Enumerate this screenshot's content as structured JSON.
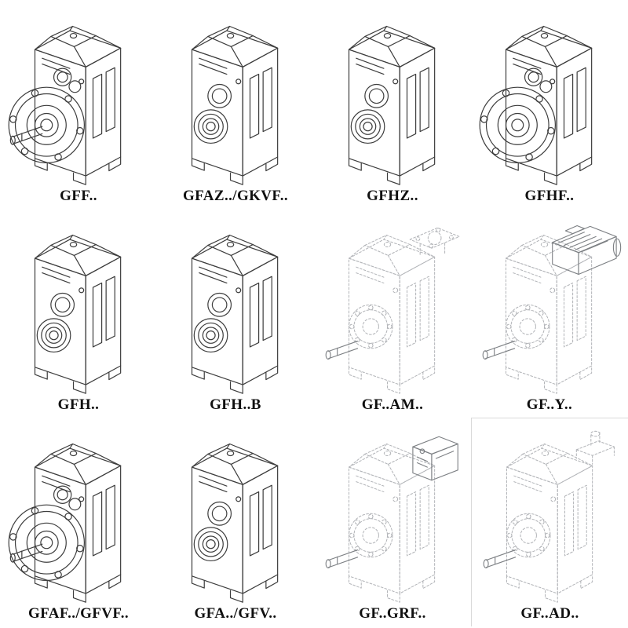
{
  "theme": {
    "background": "#ffffff",
    "ink": "#3d3d3d",
    "ghost": "#b2b4b8",
    "ink_light": "#7d8084",
    "label_color": "#101010"
  },
  "grid": {
    "items": [
      {
        "label": "GFF..",
        "variant": "flange-with-output-shaft",
        "style": "solid"
      },
      {
        "label": "GFAZ../GKVF..",
        "variant": "shaft-mounted-bores",
        "style": "solid"
      },
      {
        "label": "GFHZ..",
        "variant": "shaft-mounted-bores",
        "style": "solid"
      },
      {
        "label": "GFHF..",
        "variant": "flange-hollow-bore",
        "style": "solid"
      },
      {
        "label": "GFH..",
        "variant": "shaft-mounted-bores",
        "style": "solid"
      },
      {
        "label": "GFH..B",
        "variant": "shaft-mounted-bores",
        "style": "solid"
      },
      {
        "label": "GF..AM..",
        "variant": "motor-adapter-flange",
        "style": "ghost"
      },
      {
        "label": "GF..Y..",
        "variant": "with-motor",
        "style": "ghost"
      },
      {
        "label": "GFAF../GFVF..",
        "variant": "flange-with-output-shaft",
        "style": "solid"
      },
      {
        "label": "GFA../GFV..",
        "variant": "shaft-mounted-bores",
        "style": "solid"
      },
      {
        "label": "GF..GRF..",
        "variant": "with-gear-adapter",
        "style": "ghost"
      },
      {
        "label": "GF..AD..",
        "variant": "with-input-shaft-adapter",
        "style": "ghost"
      }
    ]
  }
}
